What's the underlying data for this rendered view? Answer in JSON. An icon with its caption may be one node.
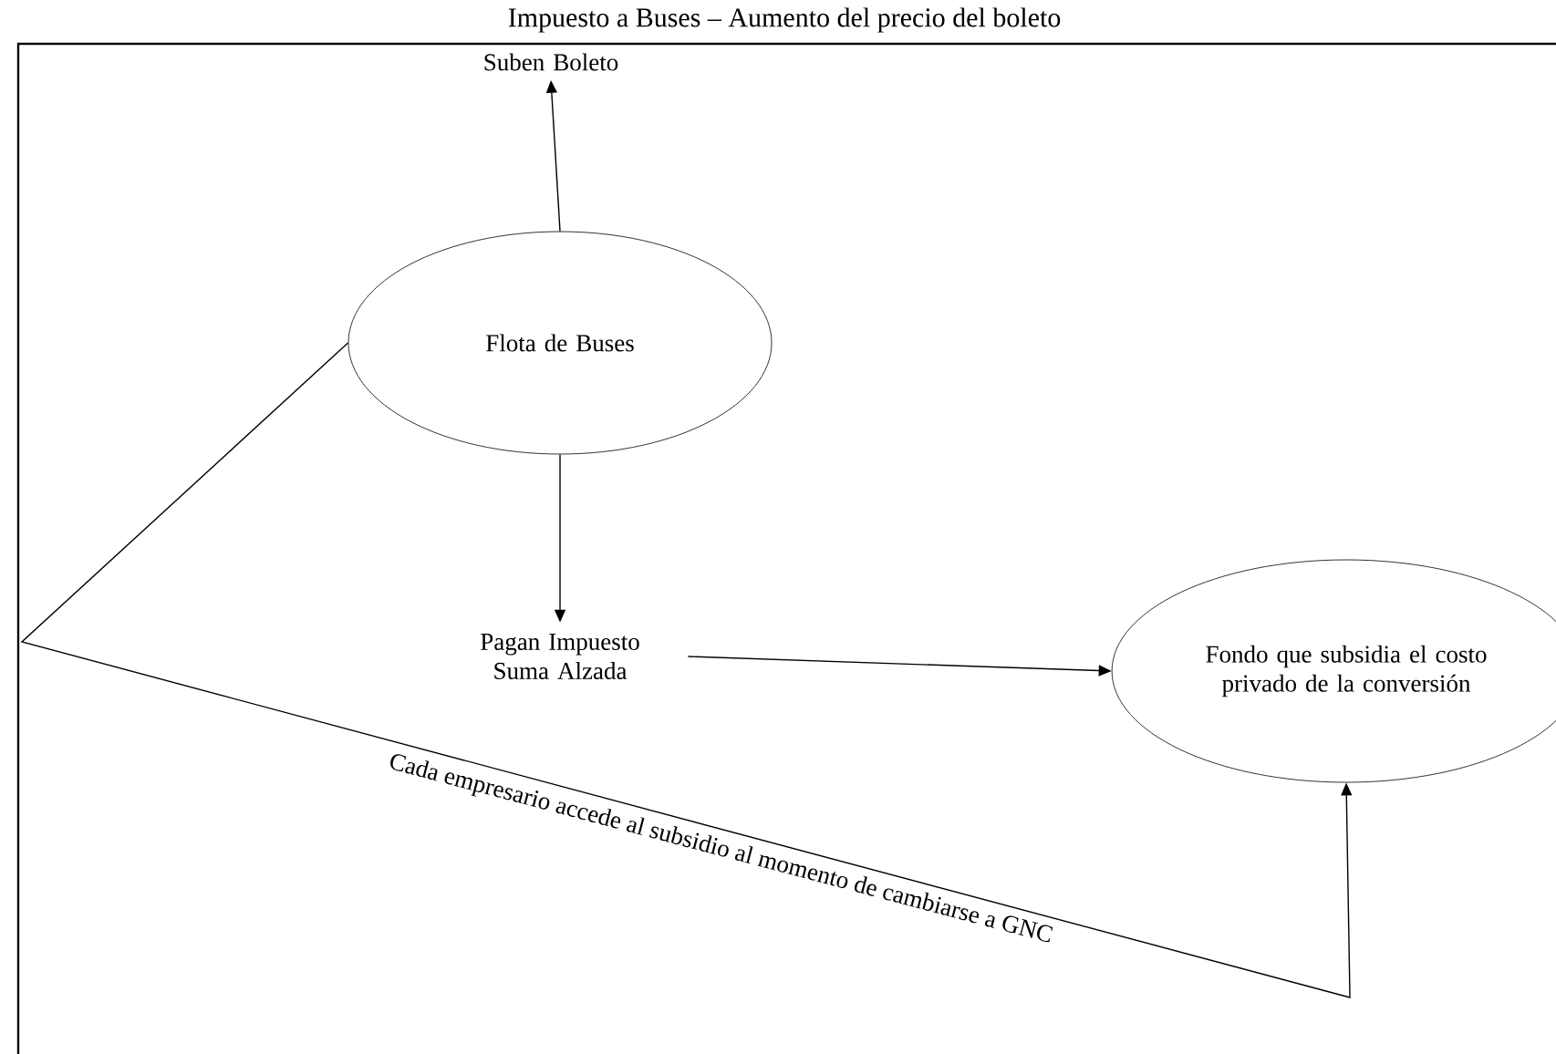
{
  "diagram": {
    "title": "Impuesto a Buses – Aumento del precio del boleto",
    "nodes": [
      {
        "text": [
          "Suben Boleto"
        ]
      },
      {
        "text": [
          "Flota de Buses"
        ]
      },
      {
        "text": [
          "Pagan Impuesto Suma Alzada"
        ]
      },
      {
        "text": [
          "Fondo que subsidia el costo privado de la conversión"
        ]
      }
    ],
    "edges": [
      {
        "from": 1,
        "to": 0,
        "arrow": "to"
      },
      {
        "from": 1,
        "to": 2,
        "arrow": "to"
      },
      {
        "from": 2,
        "to": 3,
        "arrow": "to"
      },
      {
        "from": 1,
        "to": 3,
        "arrow": "to",
        "label": "Cada empresario accede al subsidio al momento de cambiarse a GNC"
      }
    ]
  }
}
